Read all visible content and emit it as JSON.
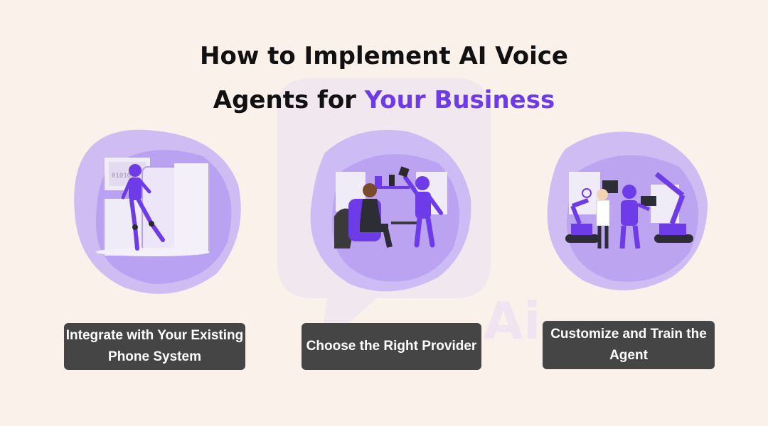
{
  "title": {
    "line1": "How to Implement AI Voice",
    "line2_plain": "Agents for ",
    "line2_accent": "Your Business"
  },
  "watermark": {
    "text": "Ai"
  },
  "steps": [
    {
      "label": "Integrate with Your Existing Phone System",
      "illustration": "robot-walking-out-of-phone-icon"
    },
    {
      "label": "Choose the Right Provider",
      "illustration": "man-talking-to-robot-icon"
    },
    {
      "label": "Customize and Train the Agent",
      "illustration": "robot-factory-icon"
    }
  ],
  "colors": {
    "background": "#faf1ea",
    "accent": "#6d3ce8",
    "blob": "#c6b3f5",
    "label_bg": "#454545"
  },
  "binary_text": "010100"
}
